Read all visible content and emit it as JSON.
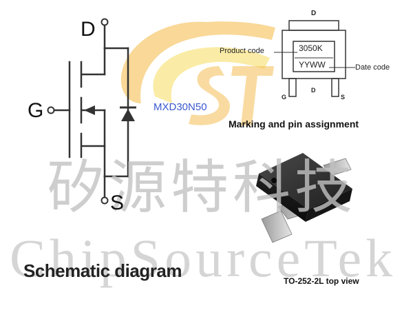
{
  "watermark": {
    "chinese": "矽源特科技",
    "english": "ChipSourceTek"
  },
  "schematic": {
    "pin_drain": "D",
    "pin_gate": "G",
    "pin_source": "S",
    "part_number": "MXD30N50",
    "caption": "Schematic diagram"
  },
  "marking": {
    "pin_top": "D",
    "product_code_label": "Product code",
    "product_code_value": "3050K",
    "date_code_label": "Date code",
    "date_code_value": "YYWW",
    "pin_left": "G",
    "pin_mid": "D",
    "pin_right": "S",
    "caption": "Marking and pin assignment"
  },
  "package_view": {
    "caption": "TO-252-2L top view"
  },
  "colors": {
    "logo_orange": "#f4b844",
    "logo_yellow": "#f7df6a",
    "part_number_blue": "#3a58d0",
    "watermark_gray": "#c2c2c2"
  }
}
